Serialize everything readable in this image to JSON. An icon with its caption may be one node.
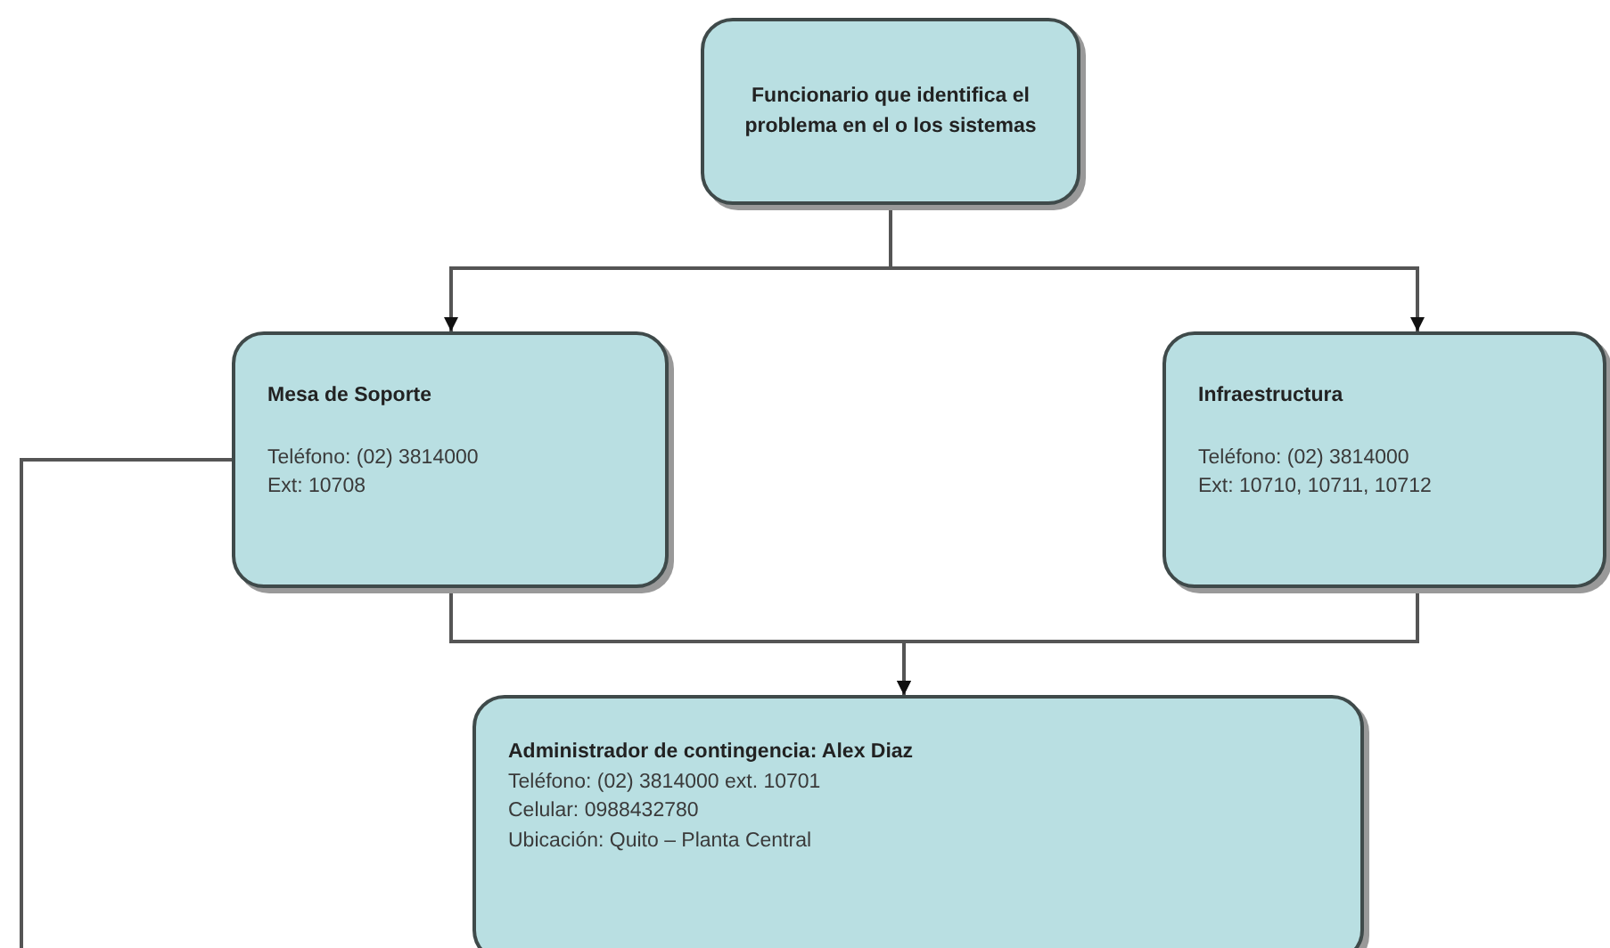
{
  "diagram": {
    "nodes": [
      {
        "text": [
          "Funcionario que identifica el problema en el o los sistemas"
        ]
      },
      {
        "text": [
          "Mesa de Soporte",
          "Teléfono: (02) 3814000",
          "Ext: 10708"
        ]
      },
      {
        "text": [
          "Infraestructura",
          "Teléfono: (02) 3814000",
          "Ext: 10710, 10711, 10712"
        ]
      },
      {
        "text": [
          "Administrador de contingencia: Alex Diaz",
          "Teléfono: (02) 3814000 ext. 10701",
          "Celular: 0988432780",
          "Ubicación: Quito – Planta Central"
        ]
      }
    ],
    "edges": [
      {
        "from": 0,
        "to": 1,
        "arrow": "to"
      },
      {
        "from": 0,
        "to": 2,
        "arrow": "to"
      },
      {
        "from": 1,
        "to": 3,
        "arrow": "to"
      },
      {
        "from": 2,
        "to": 3,
        "arrow": "to"
      },
      {
        "from": 1,
        "to": null,
        "arrow": "none"
      }
    ]
  }
}
